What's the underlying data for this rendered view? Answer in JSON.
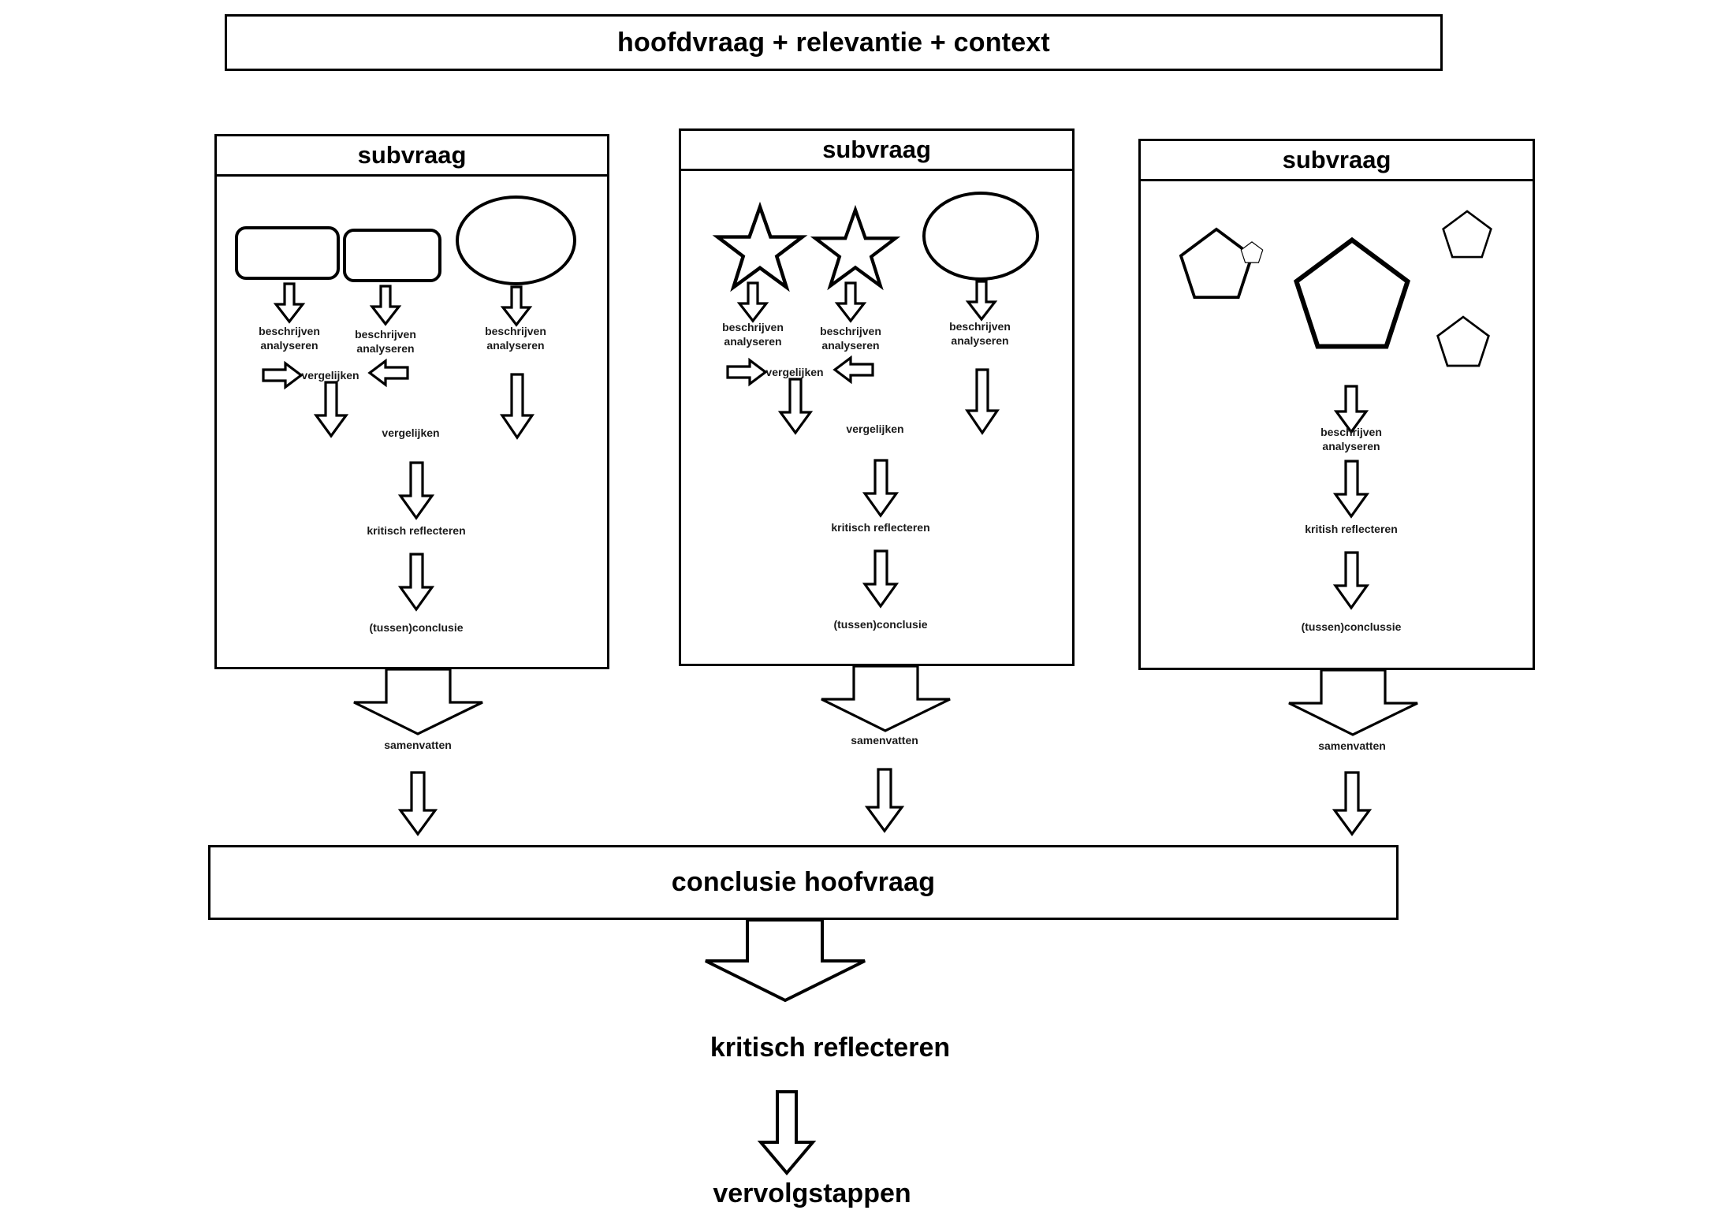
{
  "diagram": {
    "title": "hoofdvraag + relevantie + context",
    "conclusion": "conclusie hoofvraag",
    "final_reflect": "kritisch reflecteren",
    "final_steps": "vervolgstappen",
    "columns": [
      {
        "header": "subvraag",
        "shape_kind": "rounded-rectangles-and-ellipse",
        "shapes": [
          "rounded-rectangle",
          "rounded-rectangle",
          "ellipse"
        ],
        "labels": {
          "analyse_a": "beschrijven\nanalyseren",
          "analyse_b": "beschrijven\nanalyseren",
          "analyse_c": "beschrijven\nanalyseren",
          "compare_1": "vergelijken",
          "compare_2": "vergelijken",
          "reflect": "kritisch reflecteren",
          "conclusion": "(tussen)conclusie",
          "summarize": "samenvatten"
        }
      },
      {
        "header": "subvraag",
        "shape_kind": "stars-and-ellipse",
        "shapes": [
          "star",
          "star",
          "ellipse"
        ],
        "labels": {
          "analyse_a": "beschrijven\nanalyseren",
          "analyse_b": "beschrijven\nanalyseren",
          "analyse_c": "beschrijven\nanalyseren",
          "compare_1": "vergelijken",
          "compare_2": "vergelijken",
          "reflect": "kritisch reflecteren",
          "conclusion": "(tussen)conclusie",
          "summarize": "samenvatten"
        }
      },
      {
        "header": "subvraag",
        "shape_kind": "pentagons",
        "shapes": [
          "pentagon",
          "pentagon",
          "pentagon",
          "pentagon",
          "pentagon"
        ],
        "labels": {
          "analyse_a": "beschrijven\nanalyseren",
          "reflect": "kritish reflecteren",
          "conclusion": "(tussen)conclussie",
          "summarize": "samenvatten"
        }
      }
    ]
  },
  "colors": {
    "stroke": "#000000",
    "background": "#ffffff",
    "text": "#000000"
  }
}
